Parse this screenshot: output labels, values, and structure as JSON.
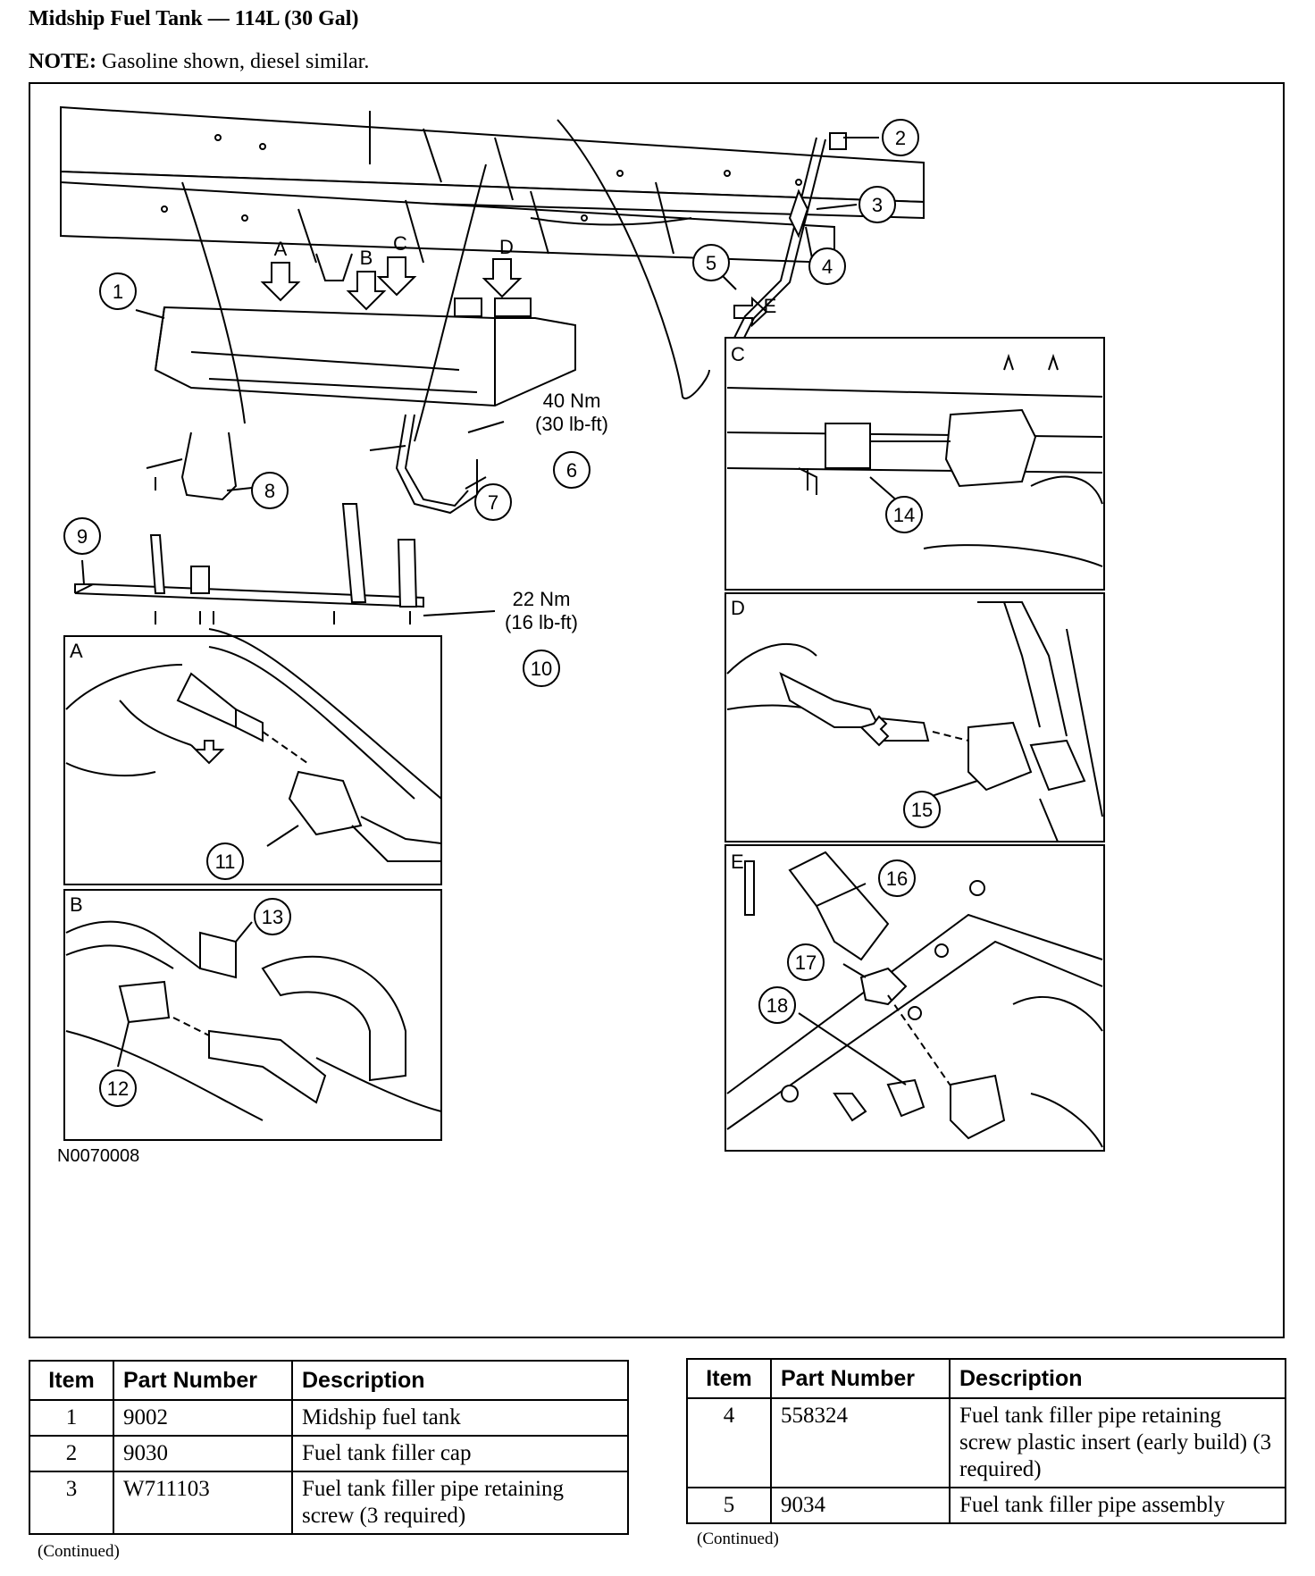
{
  "title": "Midship Fuel Tank — 114L (30 Gal)",
  "note": {
    "label": "NOTE:",
    "text": "Gasoline shown, diesel similar."
  },
  "figure": {
    "id": "N0070008",
    "torque_6": {
      "nm": "40 Nm",
      "lbft": "(30 lb-ft)"
    },
    "torque_10": {
      "nm": "22 Nm",
      "lbft": "(16 lb-ft)"
    },
    "view_letters": {
      "A": "A",
      "B": "B",
      "C": "C",
      "D": "D",
      "E": "E"
    },
    "callouts": [
      "1",
      "2",
      "3",
      "4",
      "5",
      "6",
      "7",
      "8",
      "9",
      "10",
      "11",
      "12",
      "13",
      "14",
      "15",
      "16",
      "17",
      "18"
    ]
  },
  "tables": {
    "headers": {
      "item": "Item",
      "part": "Part Number",
      "desc": "Description"
    },
    "left": [
      {
        "item": "1",
        "part": "9002",
        "desc": "Midship fuel tank"
      },
      {
        "item": "2",
        "part": "9030",
        "desc": "Fuel tank filler cap"
      },
      {
        "item": "3",
        "part": "W711103",
        "desc": "Fuel tank filler pipe retaining screw (3 required)"
      }
    ],
    "right": [
      {
        "item": "4",
        "part": "558324",
        "desc": "Fuel tank filler pipe retaining screw plastic insert (early build) (3 required)"
      },
      {
        "item": "5",
        "part": "9034",
        "desc": "Fuel tank filler pipe assembly"
      }
    ],
    "continued_left": "(Continued)",
    "continued_right": "(Continued)"
  }
}
